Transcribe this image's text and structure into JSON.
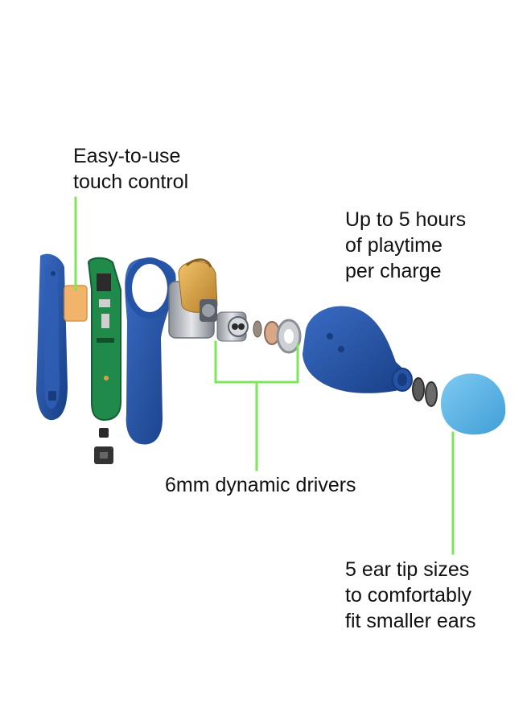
{
  "callouts": {
    "touch_control": {
      "lines": [
        "Easy-to-use",
        "touch control"
      ]
    },
    "playtime": {
      "lines": [
        "Up to 5 hours",
        "of playtime",
        "per charge"
      ]
    },
    "drivers": {
      "lines": [
        "6mm dynamic drivers"
      ]
    },
    "ear_tips": {
      "lines": [
        "5 ear tip sizes",
        "to comfortably",
        "fit smaller ears"
      ]
    }
  },
  "colors": {
    "callout_line": "#7de65a",
    "shell_blue": "#2553a6",
    "shell_blue_dark": "#173c80",
    "pcb_green": "#1f8a4a",
    "flex_gold": "#d9a24a",
    "touch_pad": "#f2b46b",
    "ear_tip": "#58b4e6",
    "metal": "#b9bdc4"
  },
  "icons": [
    "exploded-earbud-illustration"
  ]
}
